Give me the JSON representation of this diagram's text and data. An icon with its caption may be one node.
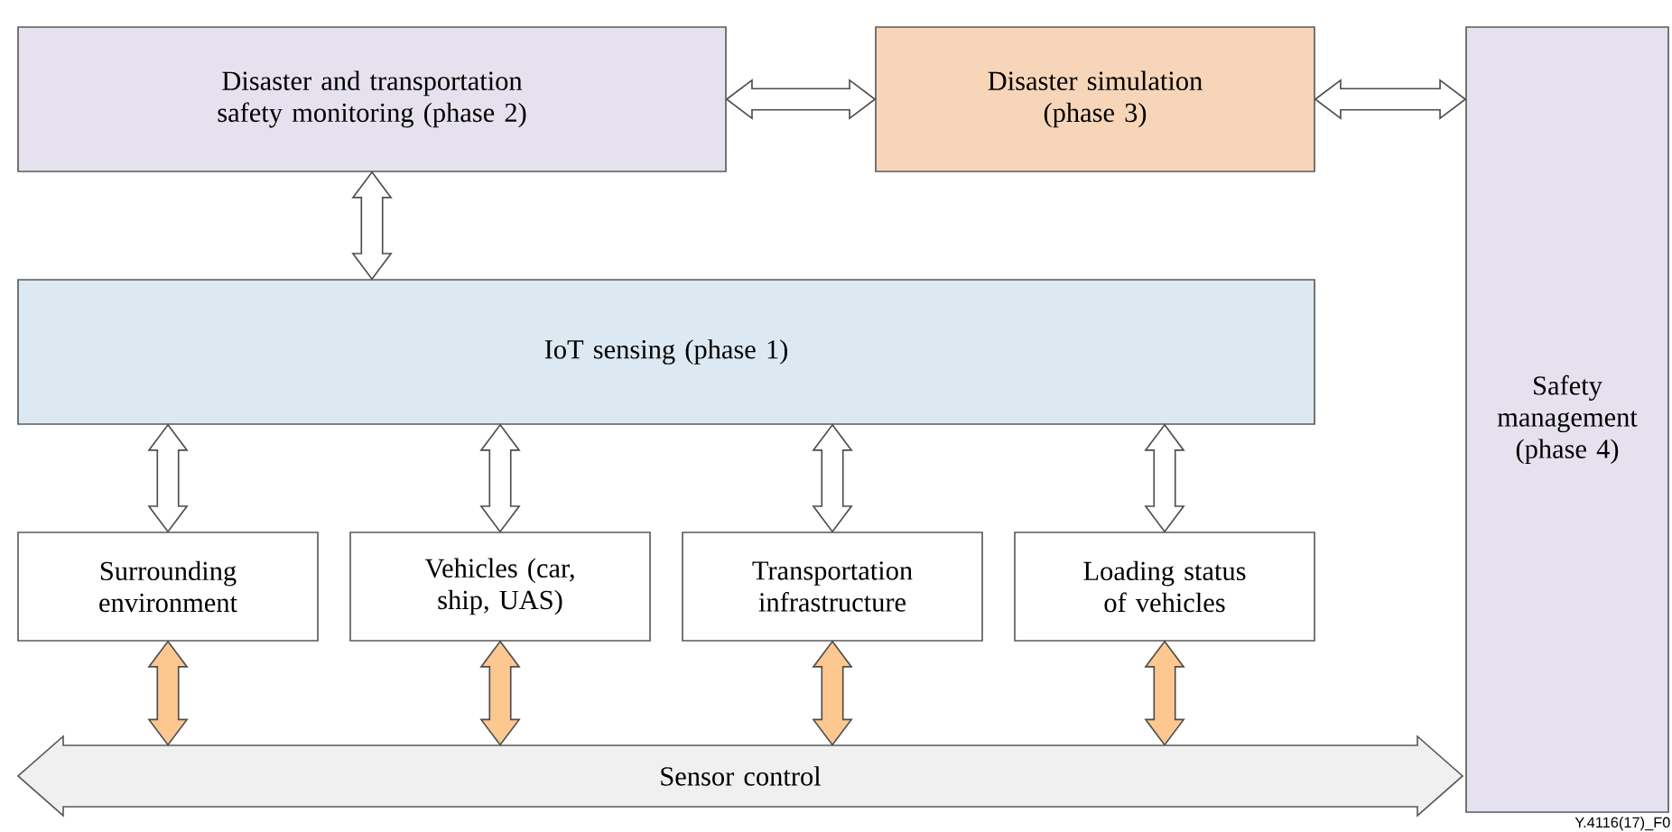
{
  "diagram": {
    "nodes": [
      {
        "text": [
          "Disaster and transportation safety monitoring (phase 2)"
        ]
      },
      {
        "text": [
          "Disaster simulation (phase 3)"
        ]
      },
      {
        "text": [
          "Safety management (phase 4)"
        ]
      },
      {
        "text": [
          "IoT sensing (phase 1)"
        ]
      },
      {
        "text": [
          "Surrounding environment"
        ]
      },
      {
        "text": [
          "Vehicles (car, ship, UAS)"
        ]
      },
      {
        "text": [
          "Transportation infrastructure"
        ]
      },
      {
        "text": [
          "Loading status of vehicles"
        ]
      },
      {
        "text": [
          "Sensor control"
        ]
      }
    ],
    "edges": [
      {
        "from": 0,
        "to": 1,
        "arrow": "both"
      },
      {
        "from": 1,
        "to": 2,
        "arrow": "both"
      },
      {
        "from": 0,
        "to": 3,
        "arrow": "both"
      },
      {
        "from": 3,
        "to": 4,
        "arrow": "both"
      },
      {
        "from": 3,
        "to": 5,
        "arrow": "both"
      },
      {
        "from": 3,
        "to": 6,
        "arrow": "both"
      },
      {
        "from": 3,
        "to": 7,
        "arrow": "both"
      },
      {
        "from": 4,
        "to": 8,
        "arrow": "both",
        "color": "#fcc890"
      },
      {
        "from": 5,
        "to": 8,
        "arrow": "both",
        "color": "#fcc890"
      },
      {
        "from": 6,
        "to": 8,
        "arrow": "both",
        "color": "#fcc890"
      },
      {
        "from": 7,
        "to": 8,
        "arrow": "both",
        "color": "#fcc890"
      }
    ],
    "labels": [
      "Y.4116(17)_F0"
    ]
  }
}
